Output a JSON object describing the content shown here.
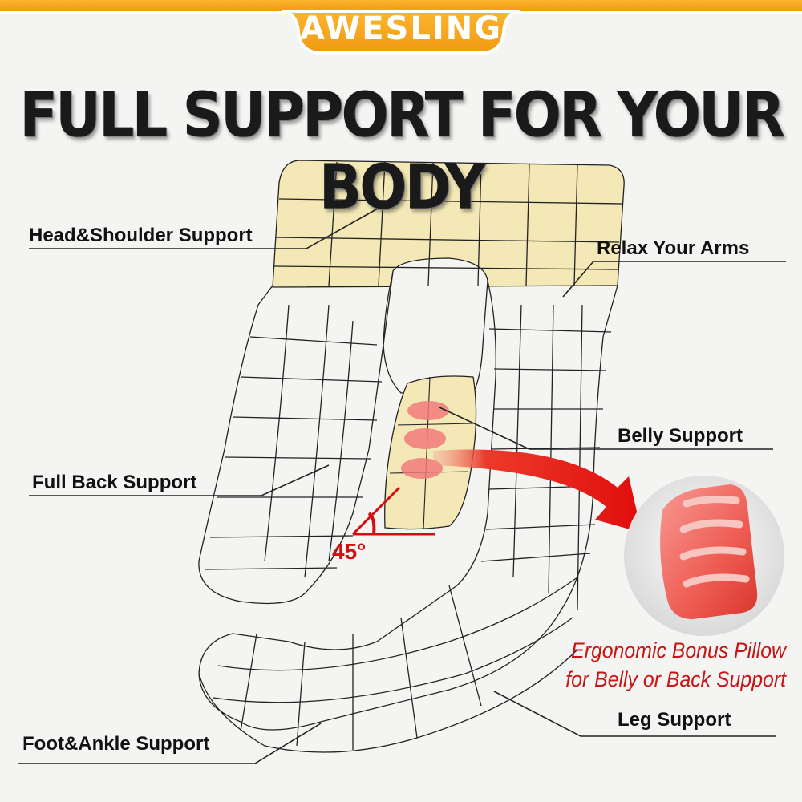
{
  "brand": {
    "name": "AWESLING"
  },
  "headline": "FULL SUPPORT FOR YOUR BODY",
  "labels": {
    "head_shoulder": "Head&Shoulder Support",
    "relax_arms": "Relax Your Arms",
    "belly": "Belly Support",
    "full_back": "Full Back Support",
    "leg": "Leg Support",
    "foot_ankle": "Foot&Ankle Support"
  },
  "angle": "45°",
  "bonus": {
    "line1": "Ergonomic Bonus Pillow",
    "line2": "for Belly or Back Support"
  },
  "colors": {
    "brand_orange": "#f5a21c",
    "pillow_cream": "#f3e8b6",
    "accent_red": "#e01010"
  }
}
